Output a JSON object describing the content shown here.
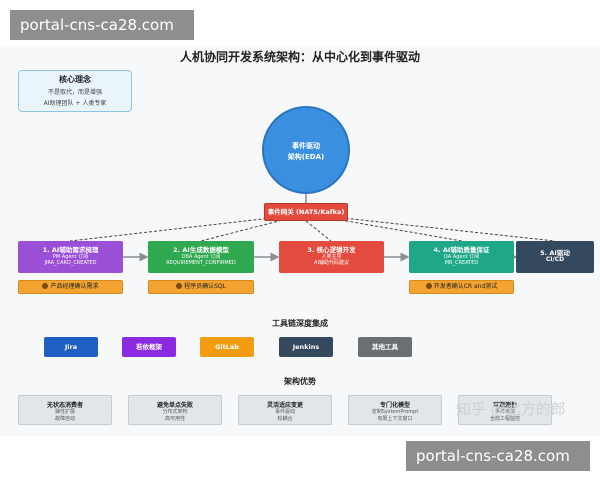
{
  "watermark": {
    "top": "portal-cns-ca28.com",
    "bottom": "portal-cns-ca28.com",
    "zhihu": "知乎 @北方的郎"
  },
  "title": "人机协同开发系统架构：从中心化到事件驱动",
  "concept": {
    "title": "核心理念",
    "line1": "不是取代，而是增强",
    "line2": "AI助理团队 + 人类专家"
  },
  "hub": {
    "line1": "事件驱动",
    "line2": "架构(EDA)"
  },
  "gateway": "事件网关 (NATS/Kafka)",
  "stages": [
    {
      "title": "1. AI辅助需求梳理",
      "sub1": "PM Agent 订阅",
      "sub2": "JIRA_CARD_CREATED",
      "color": "#9b4fd6"
    },
    {
      "title": "2. AI生成数据模型",
      "sub1": "DBA Agent 订阅",
      "sub2": "REQUIREMENT_CONFIRMED",
      "color": "#2fa84f"
    },
    {
      "title": "3. 核心逻辑开发",
      "sub1": "人类主导",
      "sub2": "AI辅助代码建议",
      "color": "#e24b3d"
    },
    {
      "title": "4. AI辅助质量保证",
      "sub1": "QA Agent 订阅",
      "sub2": "MR_CREATED",
      "color": "#1fa888"
    },
    {
      "title": "5. AI驱动",
      "sub1": "CI/CD",
      "sub2": "",
      "color": "#34495e"
    }
  ],
  "humans": [
    {
      "label": "产品经理确认需求"
    },
    {
      "label": "程序员确认SQL"
    },
    {
      "label": "开发者确认CR and测试"
    }
  ],
  "tools": {
    "title": "工具链深度集成",
    "items": [
      {
        "label": "Jira",
        "color": "#1f5fc4"
      },
      {
        "label": "若依框架",
        "color": "#8a2be2"
      },
      {
        "label": "GitLab",
        "color": "#f39c12"
      },
      {
        "label": "Jenkins",
        "color": "#34495e"
      },
      {
        "label": "其他工具",
        "color": "#6b6f73"
      }
    ]
  },
  "advantages": {
    "title": "架构优势",
    "items": [
      {
        "title": "无状态消费者",
        "line1": "弹性扩展",
        "line2": "故障自动"
      },
      {
        "title": "避免单点失败",
        "line1": "分布式架构",
        "line2": "高可用性"
      },
      {
        "title": "灵活适应变更",
        "line1": "事件驱动",
        "line2": "松耦合"
      },
      {
        "title": "专门化模型",
        "line1": "定制SystemPrompt",
        "line2": "有限上下文窗口"
      },
      {
        "title": "可观测性",
        "line1": "事件追踪",
        "line2": "全局工程监控"
      }
    ]
  }
}
